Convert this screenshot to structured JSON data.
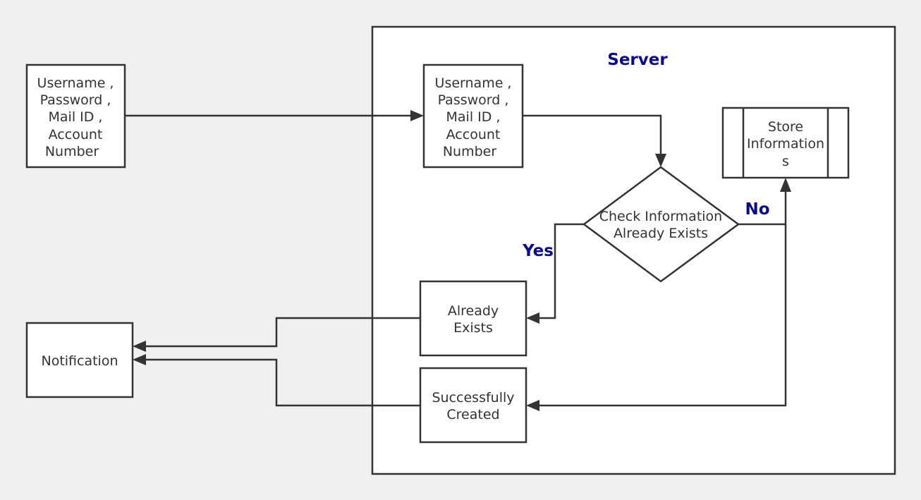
{
  "diagram": {
    "server_label": "Server",
    "client_input": [
      "Username ,",
      "Password ,",
      "Mail ID ,",
      "Account",
      "Number"
    ],
    "server_input": [
      "Username ,",
      "Password ,",
      "Mail ID ,",
      "Account",
      "Number"
    ],
    "store": [
      "Store",
      "Information",
      "s"
    ],
    "decision": [
      "Check Information",
      "Already Exists"
    ],
    "yes_label": "Yes",
    "no_label": "No",
    "already_exists": [
      "Already",
      "Exists"
    ],
    "successfully_created": [
      "Successfully",
      "Created"
    ],
    "notification": "Notification"
  },
  "colors": {
    "background": "#f0f0f0",
    "stroke": "#333333",
    "accent_label": "#0a0a90"
  }
}
